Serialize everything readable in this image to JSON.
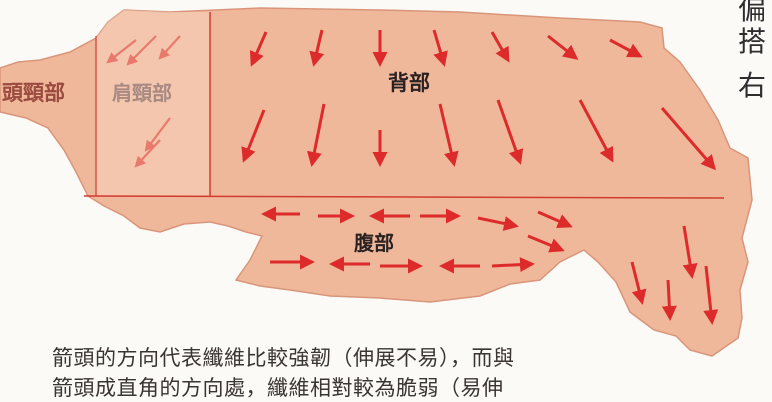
{
  "figure": {
    "hide_color": "#f0b89a",
    "hide_edge_color": "#d9957a",
    "line_color": "#d13a30",
    "arrow_color": "#dd2a2a",
    "labels": {
      "head": "頭頸部",
      "shoulder": "肩頸部",
      "back": "背部",
      "belly": "腹部"
    },
    "arrows_icon": "direction-arrow-icon"
  },
  "caption": {
    "line1": "箭頭的方向代表纖維比較強韌（伸展不易），而與",
    "line2": "箭頭成直角的方向處，纖維相對較為脆弱（易伸"
  },
  "side_text": {
    "c0": "偏",
    "c1": "搭",
    "c2": "右"
  }
}
